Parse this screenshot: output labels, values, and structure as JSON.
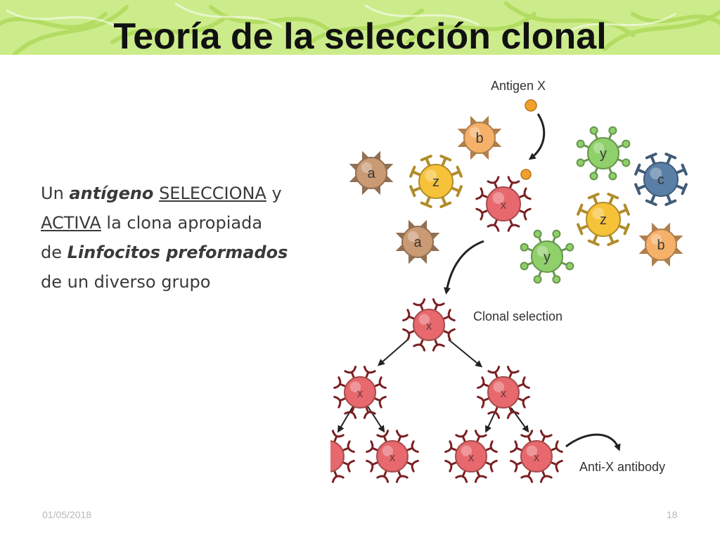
{
  "slide": {
    "title": "Teoría de la selección clonal",
    "body": {
      "l1_a": "Un ",
      "l1_b": "antígeno",
      "l1_c": " ",
      "l1_d": "SELECCIONA",
      "l1_e": " y",
      "l2_a": "ACTIVA",
      "l2_b": " la clona apropiada",
      "l3_a": "de ",
      "l3_b": "Linfocitos  preformados",
      "l4": "de un diverso grupo"
    },
    "diagram": {
      "antigen_label": "Antigen X",
      "clonal_label": "Clonal selection",
      "antibody_label": "Anti-X antibody",
      "cell_letters": {
        "a": "a",
        "b": "b",
        "c": "c",
        "x": "x",
        "y": "y",
        "z": "z"
      },
      "cell_colors": {
        "a": "#c99a73",
        "b": "#f5b06a",
        "c": "#5a7fa6",
        "x": "#e7696d",
        "y": "#8fd06a",
        "z": "#f5c23a"
      }
    },
    "footer": {
      "date": "01/05/2018",
      "page": "18"
    }
  }
}
